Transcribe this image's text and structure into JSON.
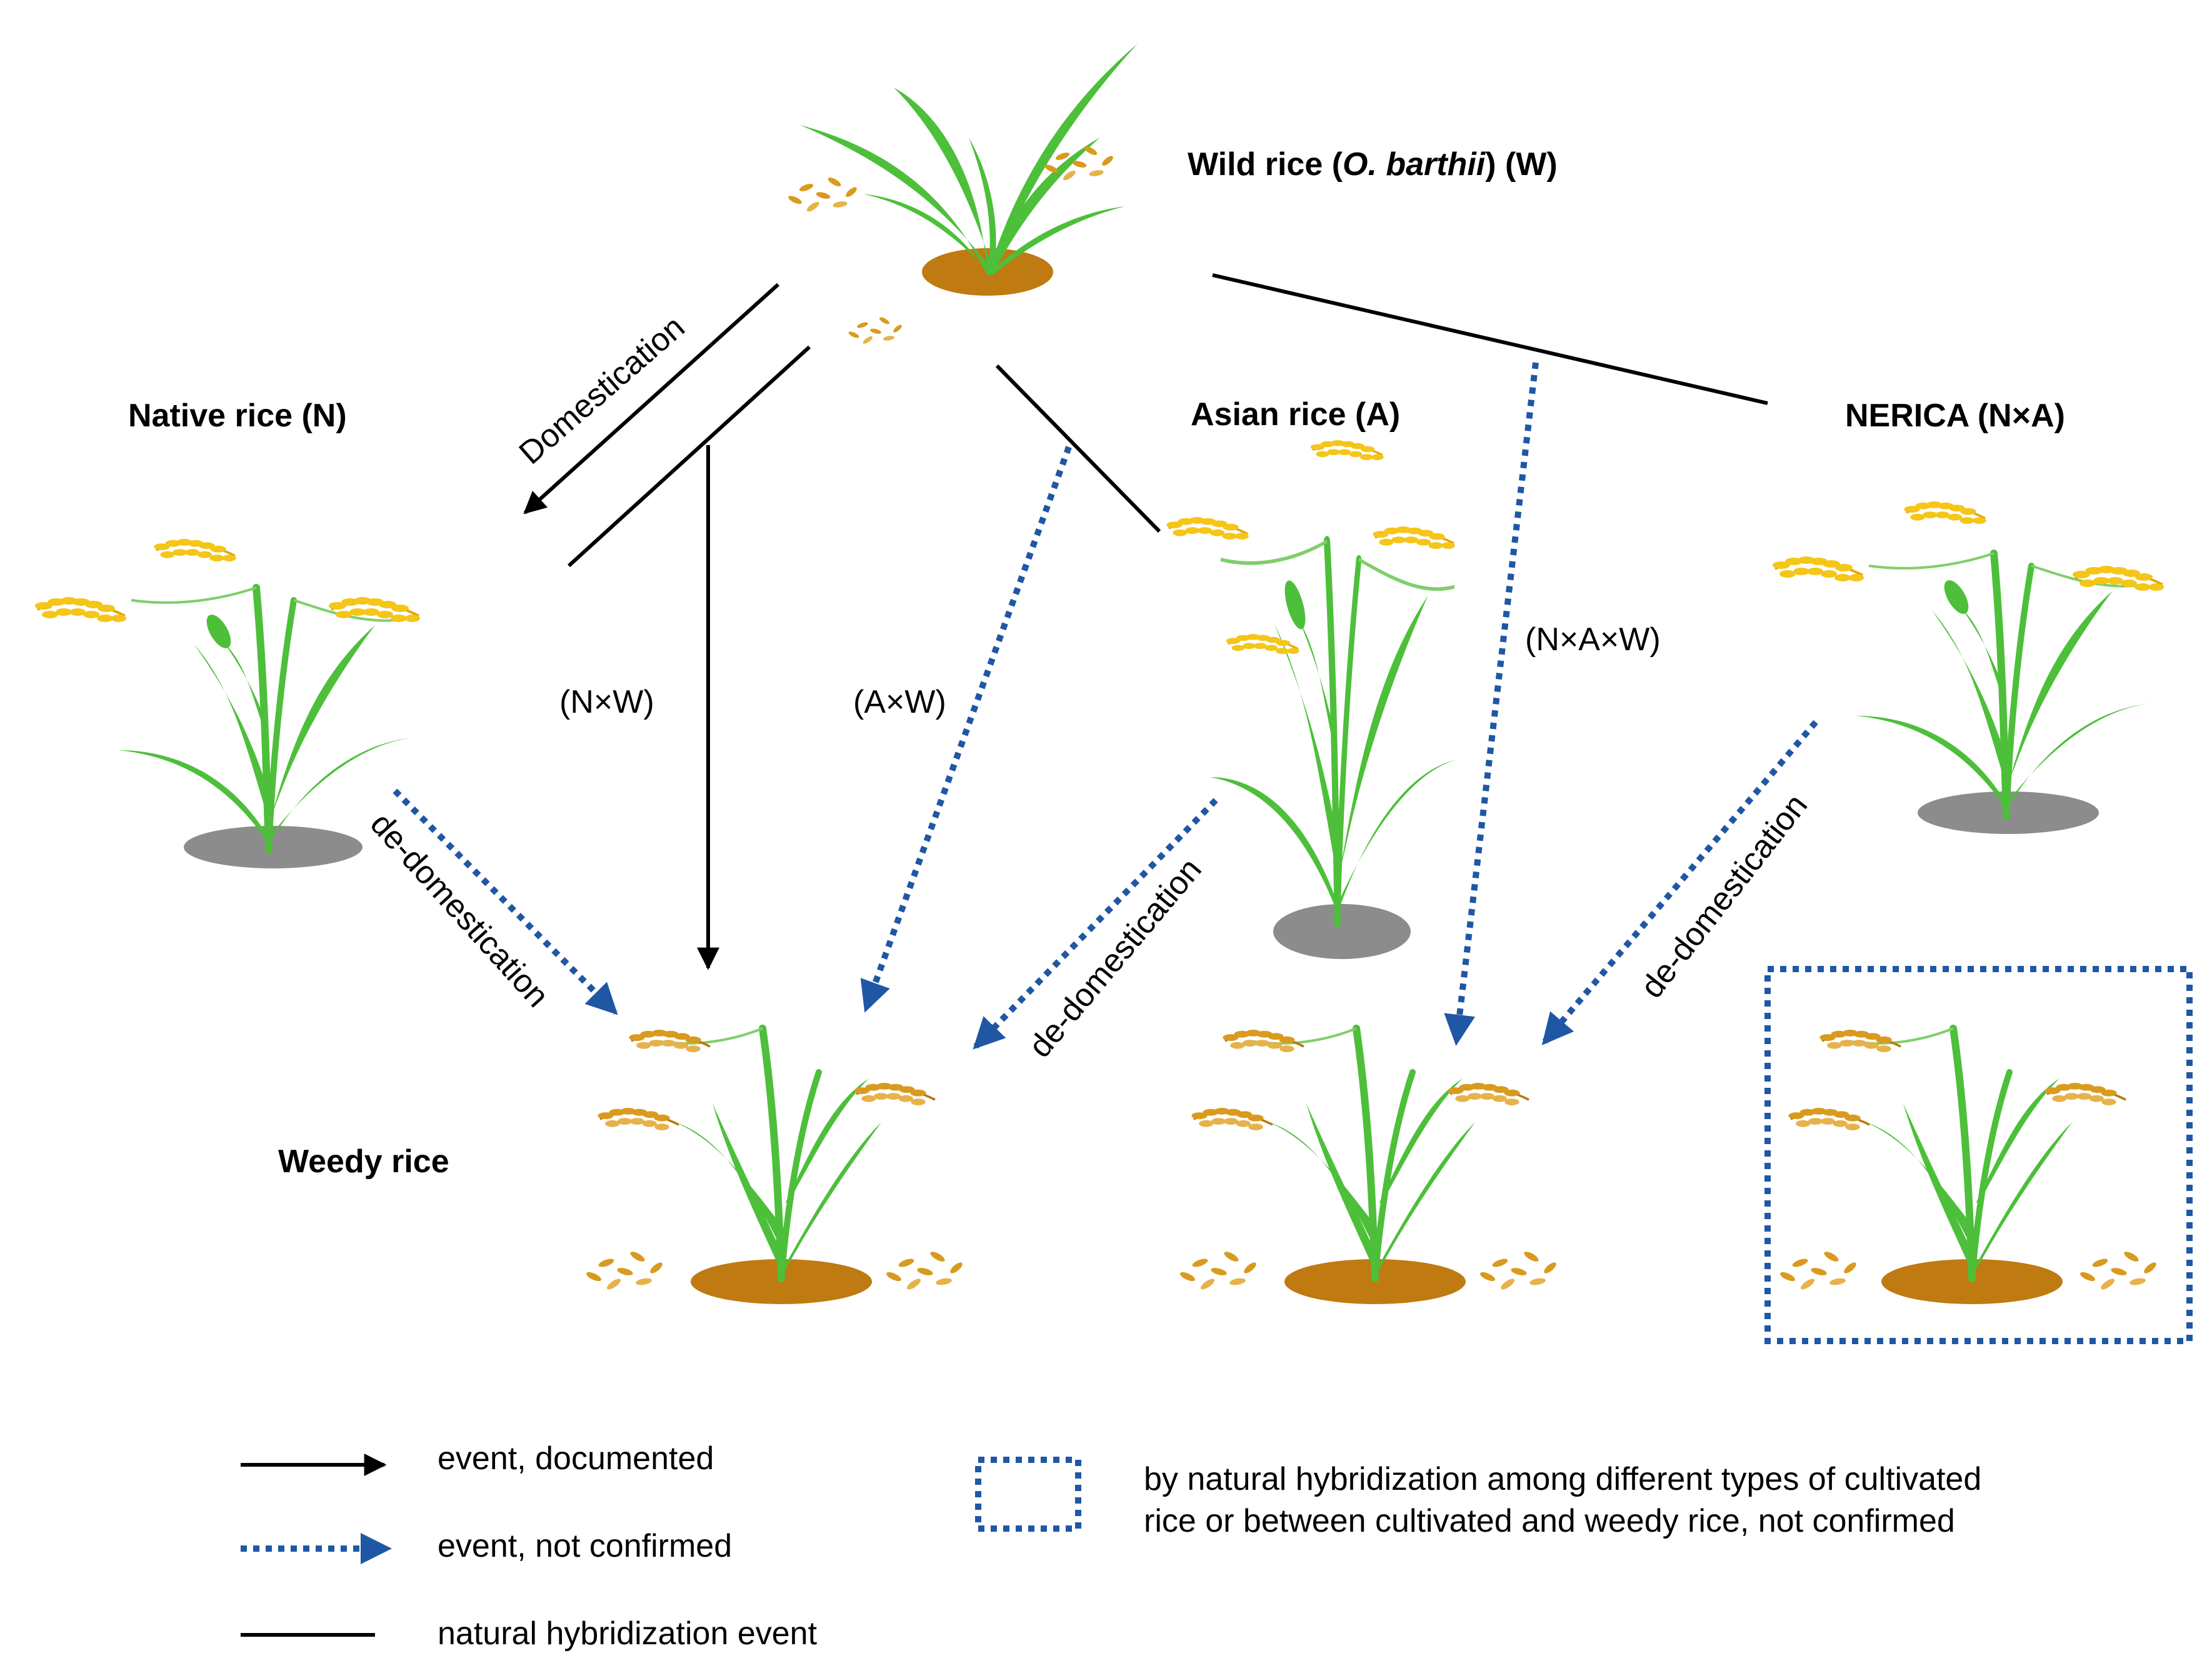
{
  "nodes": {
    "wild": {
      "name": "Wild rice (",
      "species": "O. barthii",
      "suffix": ") (W)"
    },
    "native": "Native rice (N)",
    "asian": "Asian rice (A)",
    "nerica": "NERICA (N×A)",
    "weedy": "Weedy rice"
  },
  "edge_labels": {
    "domestication": "Domestication",
    "nxw": "(N×W)",
    "axw": "(A×W)",
    "naxw": "(N×A×W)",
    "dedom_native": "de-domestication",
    "dedom_asian": "de-domestication",
    "dedom_nerica": "de-domestication"
  },
  "legend": {
    "solid_arrow": "event, documented",
    "dotted_arrow": "event, not confirmed",
    "solid_line": "natural hybridization event",
    "dotted_box_line1": "by natural hybridization among different types of cultivated",
    "dotted_box_line2": "rice or between cultivated and weedy rice, not confirmed"
  },
  "colors": {
    "leaf": "#4dbf3a",
    "grain_cultivated": "#f5c518",
    "grain_weedy": "#d99a1e",
    "soil_brown": "#c07a12",
    "soil_grey": "#8c8c8c",
    "dotted_blue": "#1f57a4",
    "solid_black": "#000000"
  }
}
